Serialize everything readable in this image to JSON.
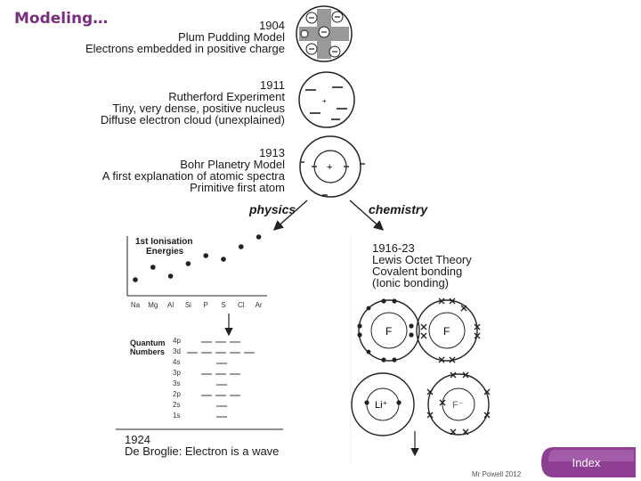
{
  "slide": {
    "title": "Modeling…",
    "credit": "Mr Powell 2012",
    "index_label": "Index"
  },
  "timeline": [
    {
      "year": "1904",
      "name": "Plum Pudding Model",
      "desc": [
        "Electrons embedded in positive charge"
      ]
    },
    {
      "year": "1911",
      "name": "Rutherford Experiment",
      "desc": [
        "Tiny, very dense, positive nucleus",
        "Diffuse electron cloud (unexplained)"
      ]
    },
    {
      "year": "1913",
      "name": "Bohr Planetry Model",
      "desc": [
        "A first explanation of atomic spectra",
        "Primitive first atom"
      ]
    }
  ],
  "branches": {
    "physics": "physics",
    "chemistry": "chemistry"
  },
  "ionisation": {
    "title_line1": "1st Ionisation",
    "title_line2": "Energies",
    "elements": [
      "Na",
      "Mg",
      "Al",
      "Si",
      "P",
      "S",
      "Cl",
      "Ar"
    ],
    "relative_values": [
      0.18,
      0.32,
      0.22,
      0.36,
      0.45,
      0.41,
      0.55,
      0.66
    ]
  },
  "quantum": {
    "label_line1": "Quantum",
    "label_line2": "Numbers",
    "levels": [
      "4p",
      "3d",
      "4s",
      "3p",
      "3s",
      "2p",
      "2s",
      "1s"
    ],
    "orbital_counts": [
      3,
      5,
      1,
      3,
      1,
      3,
      1,
      1
    ]
  },
  "broglie": {
    "year": "1924",
    "text": "De Broglie: Electron is a wave"
  },
  "lewis": {
    "year": "1916-23",
    "lines": [
      "Lewis Octet Theory",
      "Covalent bonding",
      "(Ionic bonding)"
    ]
  },
  "atoms": {
    "f_left": "F",
    "f_right": "F",
    "lithium": "Li⁺",
    "fluoride": "F⁻"
  },
  "symbols": {
    "rutherford_nucleus": "+",
    "bohr_nucleus": "+"
  },
  "colors": {
    "title": "#7a2d7e",
    "index_button": "#8e3f93"
  }
}
